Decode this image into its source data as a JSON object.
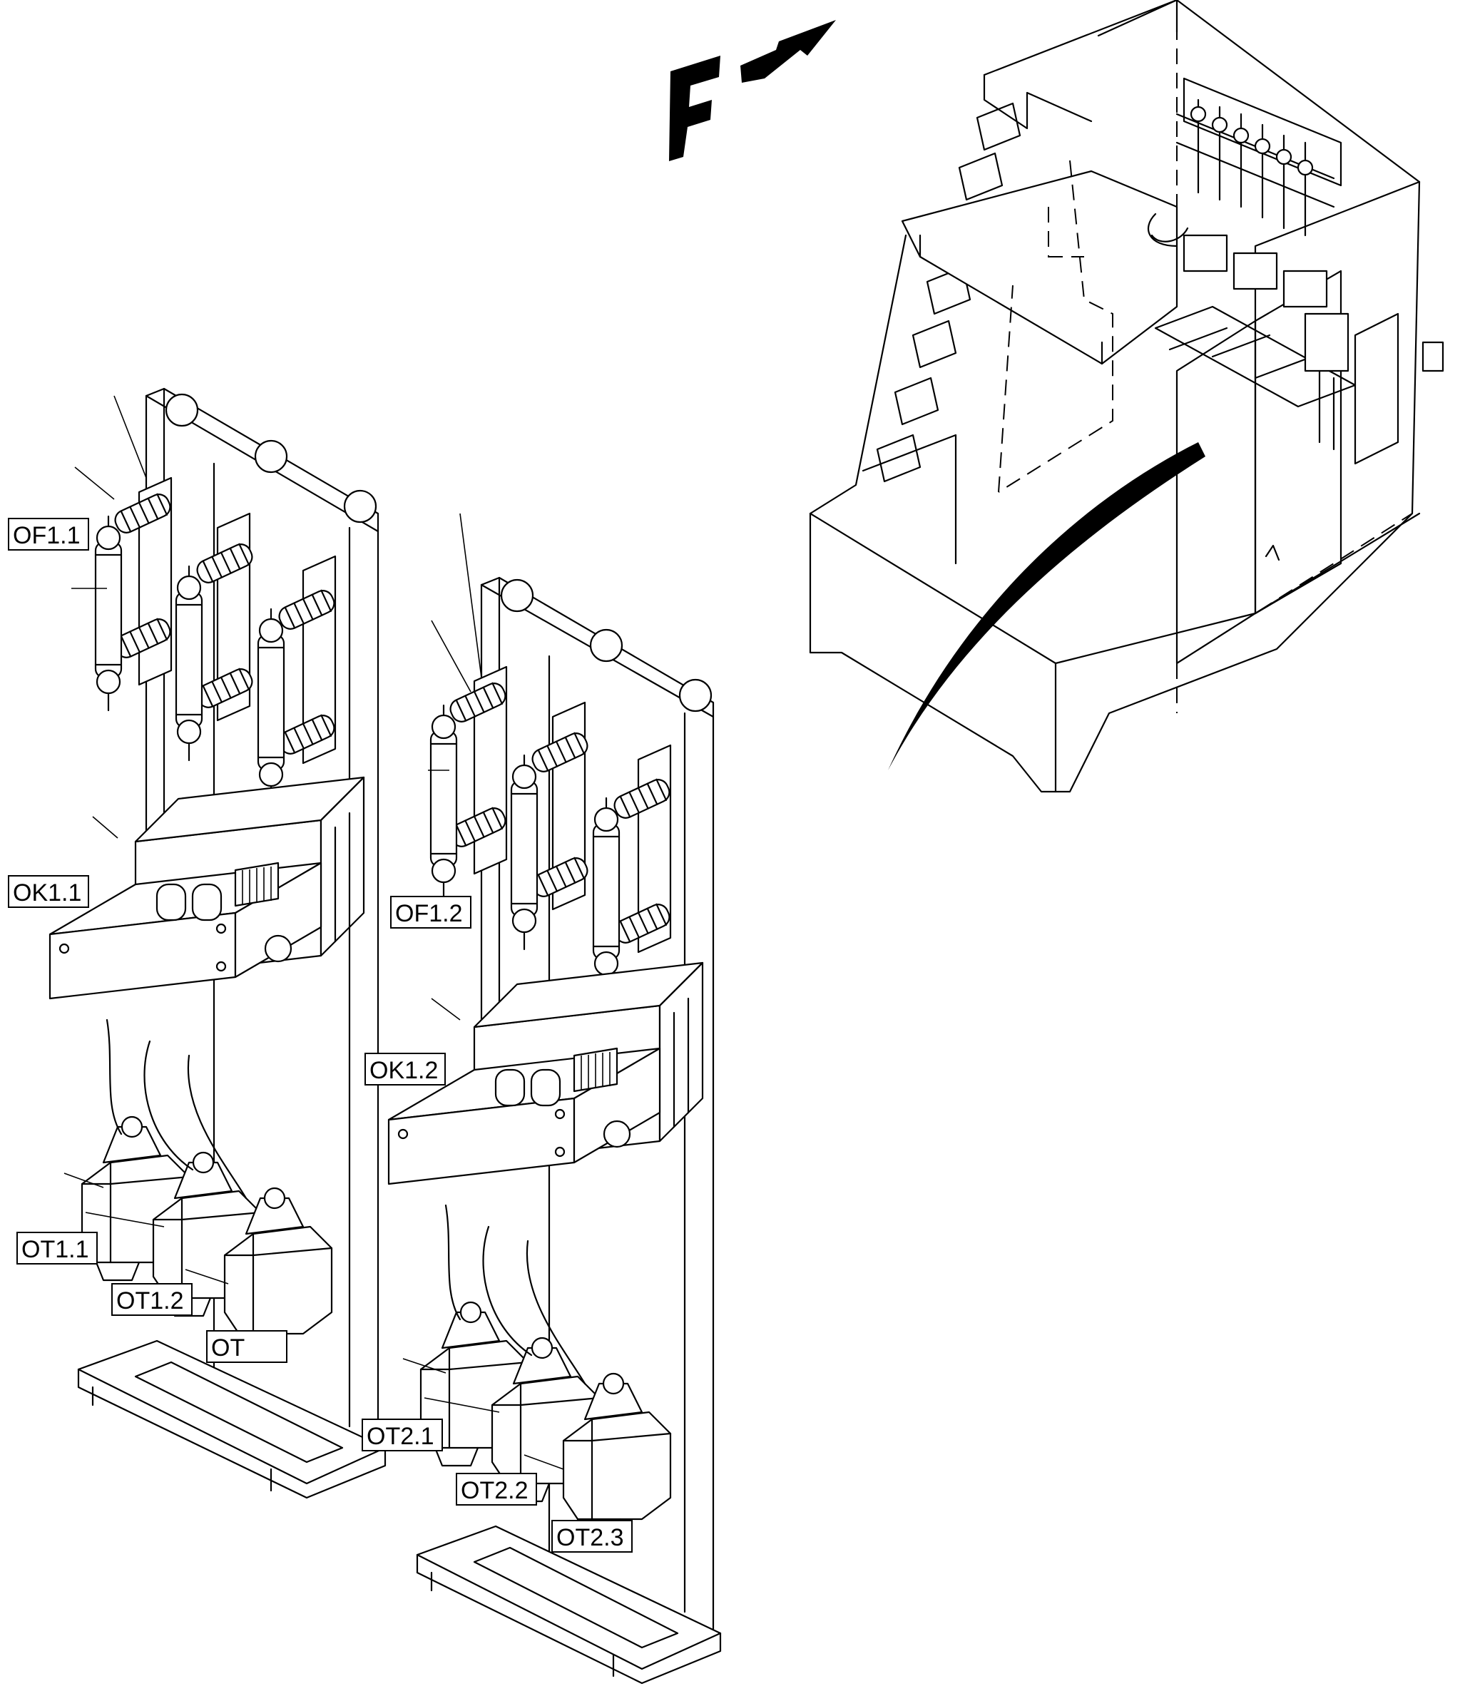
{
  "view_marker": {
    "letter": "F"
  },
  "labels": {
    "of1_1": "OF1.1",
    "ok1_1": "OK1.1",
    "ot1_1": "OT1.1",
    "ot1_2": "OT1.2",
    "ot1_3": "OT",
    "of1_2": "OF1.2",
    "ok1_2": "OK1.2",
    "ot2_1": "OT2.1",
    "ot2_2": "OT2.2",
    "ot2_3": "OT2.3"
  },
  "colors": {
    "line": "#000000",
    "background": "#ffffff"
  },
  "icons": {
    "view_arrow": "arrow-up-right-icon",
    "insulator": "ribbed-insulator-icon",
    "fuse": "fuse-cartridge-icon"
  }
}
